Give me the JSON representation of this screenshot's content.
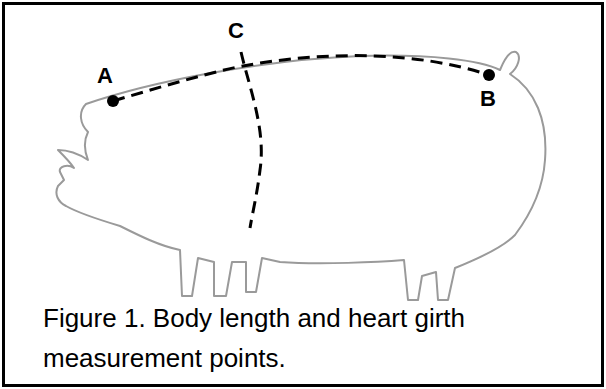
{
  "diagram": {
    "caption": "Figure 1. Body length and heart girth measurement points.",
    "labels": [
      "A",
      "B",
      "C"
    ]
  }
}
